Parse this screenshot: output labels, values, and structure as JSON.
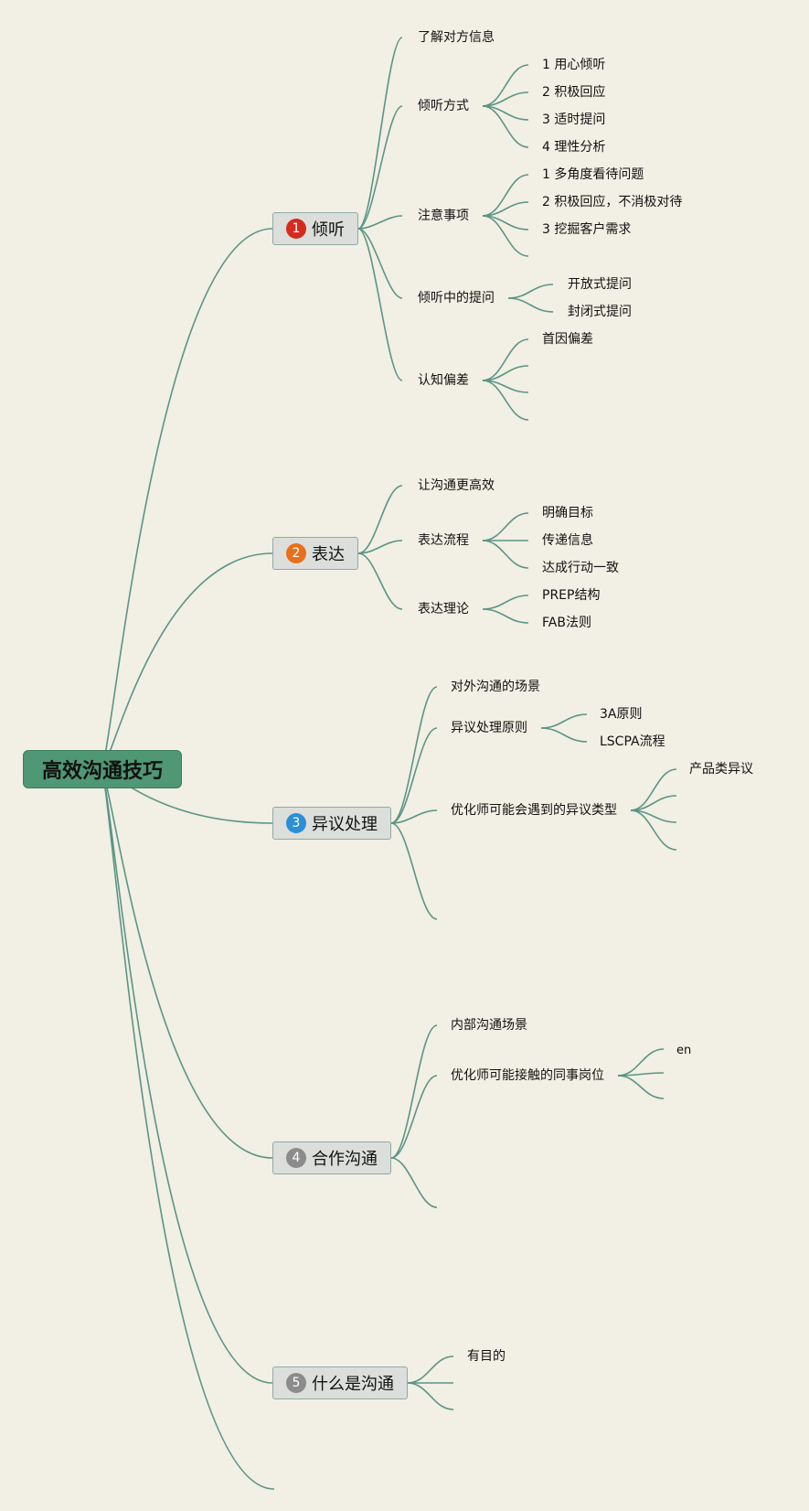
{
  "colors": {
    "background": "#f2efe4",
    "line": "#5a9585",
    "root_fill": "#4f9775",
    "branch_fill": "#dcdedb",
    "badge_1": "#d52b1e",
    "badge_2": "#e8701a",
    "badge_3": "#2b8fd6",
    "badge_4": "#8c8c8c",
    "badge_5": "#8c8c8c"
  },
  "root": {
    "label": "高效沟通技巧"
  },
  "branches": [
    {
      "badge": "1",
      "label": "倾听",
      "children": [
        {
          "label": "了解对方信息"
        },
        {
          "label": "倾听方式",
          "children": [
            "1 用心倾听",
            "2 积极回应",
            "3 适时提问",
            "4 理性分析"
          ]
        },
        {
          "label": "注意事项",
          "children": [
            "1 多角度看待问题",
            "2 积极回应，不消极对待",
            "3 挖掘客户需求",
            ""
          ]
        },
        {
          "label": "倾听中的提问",
          "children": [
            "开放式提问",
            "封闭式提问"
          ]
        },
        {
          "label": "认知偏差",
          "children": [
            "首因偏差",
            "",
            "",
            ""
          ]
        }
      ]
    },
    {
      "badge": "2",
      "label": "表达",
      "children": [
        {
          "label": "让沟通更高效"
        },
        {
          "label": "表达流程",
          "children": [
            "明确目标",
            "传递信息",
            "达成行动一致"
          ]
        },
        {
          "label": "表达理论",
          "children": [
            "PREP结构",
            "FAB法则"
          ]
        }
      ]
    },
    {
      "badge": "3",
      "label": "异议处理",
      "children": [
        {
          "label": "对外沟通的场景"
        },
        {
          "label": "异议处理原则",
          "children": [
            "3A原则",
            "LSCPA流程"
          ]
        },
        {
          "label": "优化师可能会遇到的异议类型",
          "children": [
            "产品类异议",
            "",
            "",
            ""
          ]
        },
        {
          "label": ""
        }
      ]
    },
    {
      "badge": "4",
      "label": "合作沟通",
      "children": [
        {
          "label": "内部沟通场景"
        },
        {
          "label": "优化师可能接触的同事岗位",
          "children": [
            "en",
            "",
            ""
          ]
        },
        {
          "label": ""
        }
      ]
    },
    {
      "badge": "5",
      "label": "什么是沟通",
      "children": [
        {
          "label": "有目的"
        },
        {
          "label": ""
        },
        {
          "label": ""
        }
      ]
    }
  ]
}
